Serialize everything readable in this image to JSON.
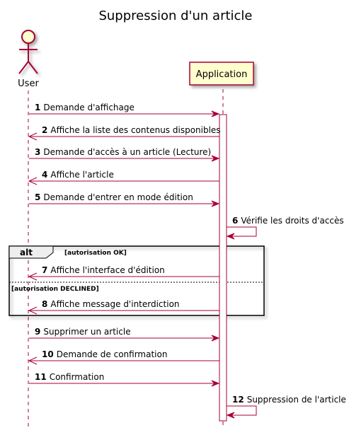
{
  "title": "Suppression d'un article",
  "participants": {
    "user": "User",
    "app": "Application"
  },
  "alt": {
    "keyword": "alt",
    "guard1": "[autorisation OK]",
    "guard2": "[autorisation DECLINED]"
  },
  "messages": [
    {
      "num": "1",
      "text": "Demande d'affichage",
      "from": "user",
      "to": "app",
      "kind": "sync"
    },
    {
      "num": "2",
      "text": "Affiche la liste des contenus disponibles",
      "from": "app",
      "to": "user",
      "kind": "return"
    },
    {
      "num": "3",
      "text": "Demande d'accès à un article (Lecture)",
      "from": "user",
      "to": "app",
      "kind": "sync"
    },
    {
      "num": "4",
      "text": "Affiche l'article",
      "from": "app",
      "to": "user",
      "kind": "return"
    },
    {
      "num": "5",
      "text": "Demande d'entrer en mode édition",
      "from": "user",
      "to": "app",
      "kind": "sync"
    },
    {
      "num": "6",
      "text": "Vérifie les droits d'accès",
      "from": "app",
      "to": "app",
      "kind": "self"
    },
    {
      "num": "7",
      "text": "Affiche l'interface d'édition",
      "from": "app",
      "to": "user",
      "kind": "return"
    },
    {
      "num": "8",
      "text": "Affiche message d'interdiction",
      "from": "app",
      "to": "user",
      "kind": "return"
    },
    {
      "num": "9",
      "text": "Supprimer un article",
      "from": "user",
      "to": "app",
      "kind": "sync"
    },
    {
      "num": "10",
      "text": "Demande de confirmation",
      "from": "app",
      "to": "user",
      "kind": "return"
    },
    {
      "num": "11",
      "text": "Confirmation",
      "from": "user",
      "to": "app",
      "kind": "sync"
    },
    {
      "num": "12",
      "text": "Suppression de l'article",
      "from": "app",
      "to": "app",
      "kind": "self"
    }
  ],
  "colors": {
    "line": "#a80036",
    "participant_fill": "#fefece",
    "actor_fill": "#fefece"
  }
}
